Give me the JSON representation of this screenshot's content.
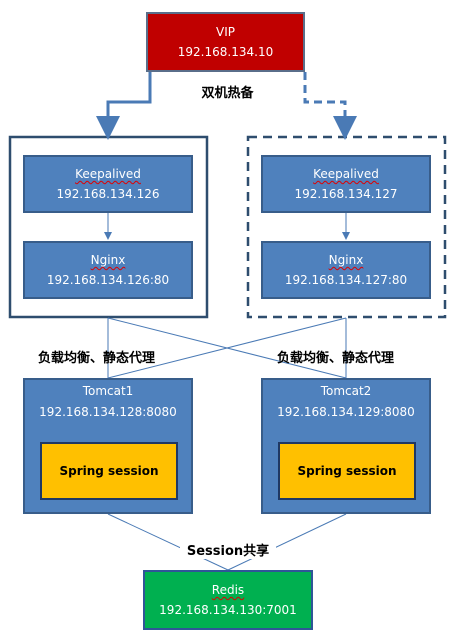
{
  "vip": {
    "title": "VIP",
    "ip": "192.168.134.10"
  },
  "ha_label": "双机热备",
  "left": {
    "keepalived": {
      "title": "Keepalived",
      "ip": "192.168.134.126"
    },
    "nginx": {
      "title": "Nginx",
      "ip": "192.168.134.126:80"
    }
  },
  "right": {
    "keepalived": {
      "title": "Keepalived",
      "ip": "192.168.134.127"
    },
    "nginx": {
      "title": "Nginx",
      "ip": "192.168.134.127:80"
    }
  },
  "lb_label_left": "负载均衡、静态代理",
  "lb_label_right": "负载均衡、静态代理",
  "tomcat1": {
    "title": "Tomcat1",
    "ip": "192.168.134.128:8080",
    "session": "Spring session"
  },
  "tomcat2": {
    "title": "Tomcat2",
    "ip": "192.168.134.129:8080",
    "session": "Spring session"
  },
  "session_label": "Session共享",
  "redis": {
    "title": "Redis",
    "ip": "192.168.134.130:7001"
  },
  "colors": {
    "vip": "#c00000",
    "node": "#4f81bd",
    "spring": "#ffc000",
    "redis": "#00b050",
    "connector": "#4a7ab5",
    "outline": "#2e4d6e"
  }
}
